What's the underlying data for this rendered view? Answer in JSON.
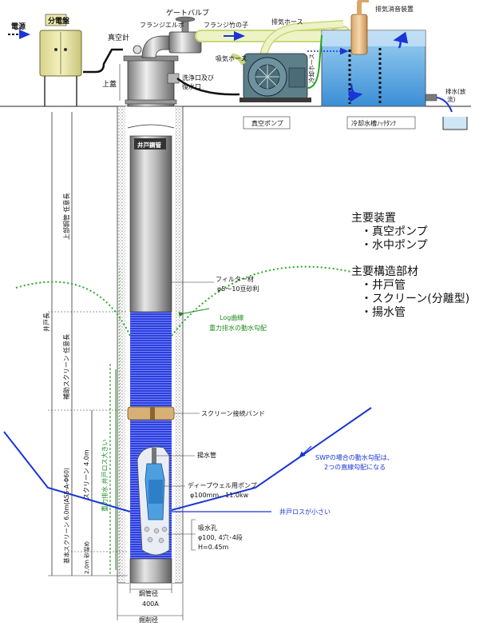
{
  "labels": {
    "power": "電源",
    "panel": "分電盤",
    "vacuum_gauge": "真空計",
    "flange_elbow": "フランジエルボ",
    "gate_valve": "ゲートバルブ",
    "flange_bamboo": "フランジ竹の子",
    "exhaust_hose": "排気ホース",
    "exhaust_silencer": "排気消音装置",
    "suction_hose": "吸気ホース",
    "cooling_hose": "冷却ホース",
    "upper_lid": "上蓋",
    "wash_port": "洗浄口及び",
    "return_port": "復水口",
    "vacuum_pump_box": "真空ポンプ",
    "cooling_tank_box": "冷却水槽ﾉｯﾁﾀﾝｸ",
    "discharge": "排水(放",
    "discharge2": "流)",
    "well_steel_pipe": "井戸鋼管",
    "upper_pipe_len": "上部鋼管 任意長",
    "well_len": "井戸長",
    "aux_screen_len": "補助スクリーン 任意長",
    "main_screen_len": "基本スクリーン 6.0m(ASS-A-Φ60)",
    "screen_len": "スクリーン 4.0m",
    "sump": "2.0m 砂溜め",
    "gravity_drain": "重力排水 井戸ロス大きい",
    "filter": "フィルター材",
    "filter_size": "φ5～10豆砂利",
    "log_curve": "Log曲線",
    "gravity_gradient": "重力排水の動水勾配",
    "screen_band": "スクリーン接続バンド",
    "lift_pipe": "揚水管",
    "deepwell_pump": "ディープウェル用ポンプ",
    "pump_spec": "φ100mm、11.0kw",
    "swp_note1": "SWPの場合の動水勾配は、",
    "swp_note2": "2つの直線勾配になる",
    "well_loss_small": "井戸ロスが小さい",
    "intake": "吸水孔",
    "intake_spec": "φ100, 4穴･4段",
    "intake_h": "H=0.45m",
    "pipe_dia_label": "鋼管径",
    "pipe_dia": "400A",
    "bore_dia": "掘削径"
  },
  "legend": {
    "main_equipment_title": "主要装置",
    "main_equipment": [
      "・真空ポンプ",
      "・水中ポンプ"
    ],
    "main_structure_title": "主要構造部材",
    "main_structure": [
      "・井戸管",
      "・スクリーン(分離型)",
      "・揚水管"
    ]
  },
  "colors": {
    "screen_blue": "#2b3fe0",
    "water_blue": "#4da0e0",
    "hose_green": "#e8f0b0",
    "panel_yellow": "#ece9a8",
    "dotted_green": "#2aa82a",
    "steel_gray": "#a9a9a9"
  }
}
